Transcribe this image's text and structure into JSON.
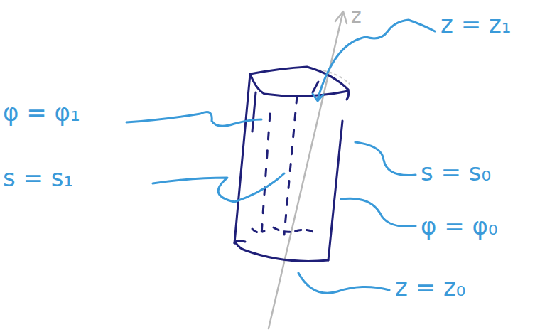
{
  "diagram": {
    "labels": [
      "z",
      "z = z₁",
      "φ = φ₁",
      "s = s₁",
      "s = s₀",
      "φ = φ₀",
      "z = z₀"
    ]
  }
}
